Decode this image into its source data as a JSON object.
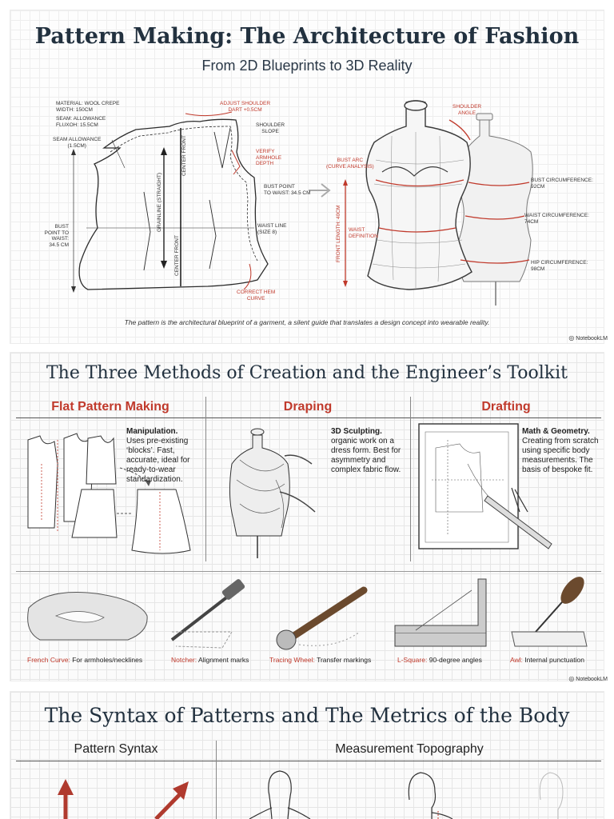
{
  "header": {
    "title": "Pattern Making: The Architecture of Fashion",
    "subtitle": "From 2D Blueprints to 3D Reality"
  },
  "blueprint": {
    "labels": {
      "material": "MATERIAL: WOOL CREPE",
      "width": "WIDTH: 150CM",
      "seam": "SEAM: ALLOWANCE",
      "fluxoh": "FLUXOH: 15.5CM",
      "seam_allow": "SEAM ALLOWANCE",
      "seam_allow_val": "(1.5CM)",
      "adjust": "ADJUST SHOULDER",
      "adjust2": "DART +0.5CM",
      "shoulder_slope": "SHOULDER",
      "shoulder_slope2": "SLOPE",
      "verify": "VERIFY",
      "verify2": "ARMHOLE",
      "verify3": "DEPTH",
      "bust_point": "BUST POINT",
      "bust_point2": "TO WAIST: 34.5 CM",
      "waist_line": "WAIST LINE",
      "waist_line2": "(SIZE 8)",
      "correct": "CORRECT HEM",
      "correct2": "CURVE",
      "bust_left": "BUST",
      "bust_left2": "POINT TO WAIST:",
      "bust_left3": "34.5 CM",
      "center_front": "CENTER FRONT",
      "grainline": "GRAINLINE (STRAIGHT)",
      "center_front2": "CENTER FRONT"
    }
  },
  "dressform": {
    "labels": {
      "shoulder_angle": "SHOULDER",
      "shoulder_angle2": "ANGLE",
      "bust_arc": "BUST ARC",
      "bust_arc2": "(CURVE ANALYSIS)",
      "waist_def": "WAIST",
      "waist_def2": "DEFINITION",
      "front_length": "FRONT LENGTH: 40CM",
      "bust_circ": "BUST CIRCUMFERENCE:",
      "bust_circ2": "92CM",
      "waist_circ": "WAIST CIRCUMFERENCE:",
      "waist_circ2": "74CM",
      "hip_circ": "HIP CIRCUMFERENCE:",
      "hip_circ2": "98CM"
    }
  },
  "caption": "The pattern is the architectural blueprint of a garment, a silent guide that translates a design concept into wearable reality.",
  "brand": "NotebookLM",
  "section2": {
    "title": "The Three Methods of Creation and the Engineer’s Toolkit",
    "methods": [
      {
        "name": "Flat Pattern Making",
        "lead": "Manipulation.",
        "text": "Uses pre-existing ‘blocks’. Fast, accurate, ideal for ready-to-wear standardization."
      },
      {
        "name": "Draping",
        "lead": "3D Sculpting.",
        "text": "organic work on a dress form. Best for asymmetry and complex fabric flow."
      },
      {
        "name": "Drafting",
        "lead": "Math & Geometry.",
        "text": "Creating from scratch using specific body measurements. The basis of bespoke fit."
      }
    ],
    "tools": [
      {
        "name": "French Curve:",
        "desc": "For armholes/necklines"
      },
      {
        "name": "Notcher:",
        "desc": "Alignment marks"
      },
      {
        "name": "Tracing Wheel:",
        "desc": "Transfer markings"
      },
      {
        "name": "L-Square:",
        "desc": "90-degree angles"
      },
      {
        "name": "Awl:",
        "desc": "Internal punctuation"
      }
    ]
  },
  "section3": {
    "title": "The Syntax of Patterns and The Metrics of the Body",
    "columns": [
      "Pattern Syntax",
      "Measurement Topography"
    ]
  },
  "colors": {
    "accent": "#c0392b",
    "navy": "#22313f"
  }
}
